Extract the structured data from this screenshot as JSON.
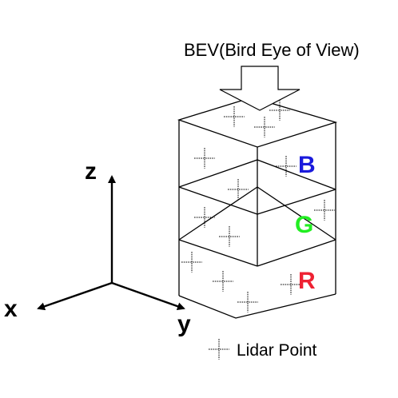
{
  "title": "BEV(Bird Eye of View)",
  "axes": {
    "x": "x",
    "y": "y",
    "z": "z"
  },
  "layers": [
    {
      "label": "B",
      "color": "#1a1adc"
    },
    {
      "label": "G",
      "color": "#22ee22"
    },
    {
      "label": "R",
      "color": "#ee2233"
    }
  ],
  "legend": {
    "label": "Lidar Point",
    "icon": "crosshair-icon"
  }
}
